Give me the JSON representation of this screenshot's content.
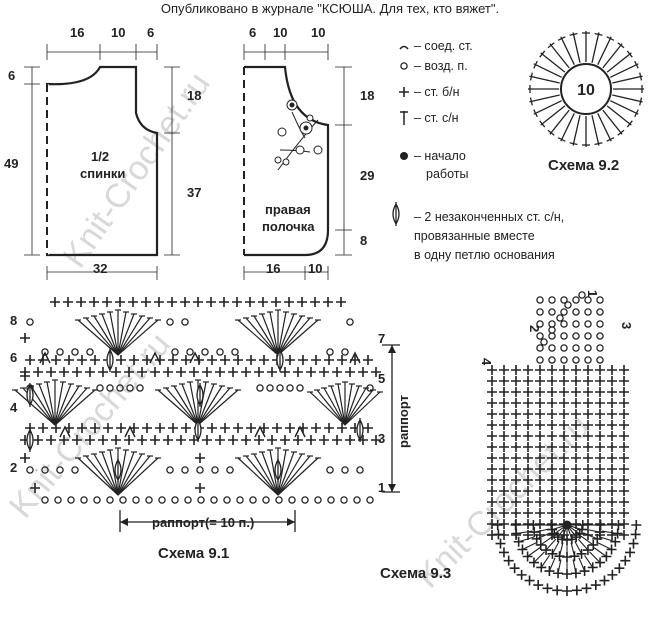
{
  "caption": "Опубликовано в журнале \"КСЮША. Для тех, кто вяжет\".",
  "watermark": "Knit-Crochet.ru",
  "back_piece": {
    "label_line1": "1/2",
    "label_line2": "спинки",
    "top_dims": [
      "16",
      "10",
      "6"
    ],
    "left_dims": [
      "6",
      "49"
    ],
    "right_dims": [
      "18",
      "37"
    ],
    "bottom_dim": "32"
  },
  "front_piece": {
    "label_line1": "правая",
    "label_line2": "полочка",
    "top_dims": [
      "6",
      "10",
      "10"
    ],
    "right_dims": [
      "18",
      "29",
      "8"
    ],
    "bottom_dims": [
      "16",
      "10"
    ]
  },
  "legend": {
    "items": [
      {
        "icon": "slip-stitch-icon",
        "label": "– соед. ст."
      },
      {
        "icon": "chain-stitch-icon",
        "label": "– возд. п."
      },
      {
        "icon": "single-crochet-icon",
        "label": "– ст. б/н"
      },
      {
        "icon": "double-crochet-icon",
        "label": "– ст. с/н"
      },
      {
        "icon": "start-dot-icon",
        "label": "– начало"
      },
      {
        "icon": "",
        "label": "работы"
      }
    ],
    "cluster_line1": "– 2 незаконченных ст. с/н,",
    "cluster_line2": "провязанные вместе",
    "cluster_line3": "в одну петлю основания"
  },
  "scheme_9_1": {
    "title": "Схема 9.1",
    "repeat_h": "раппорт(= 10 п.)",
    "repeat_v": "раппорт",
    "rows_left": [
      "8",
      "6",
      "4",
      "2"
    ],
    "rows_right": [
      "7",
      "5",
      "3",
      "1"
    ]
  },
  "scheme_9_2": {
    "title": "Схема 9.2",
    "center": "10"
  },
  "scheme_9_3": {
    "title": "Схема 9.3",
    "rows": [
      "1",
      "2",
      "3",
      "4"
    ]
  }
}
